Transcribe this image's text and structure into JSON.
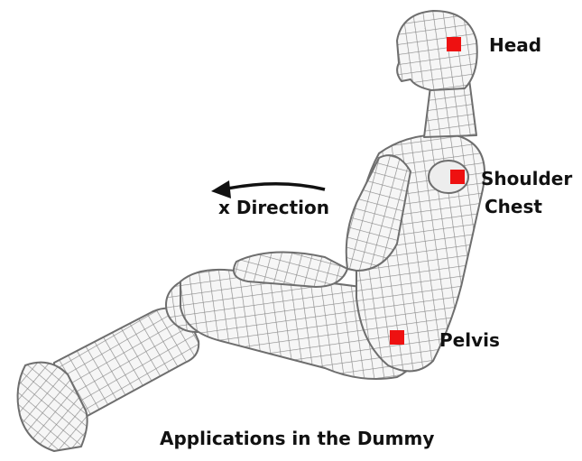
{
  "figure": {
    "caption": "Applications in the Dummy",
    "direction_label": "x Direction",
    "marker_color": "#ee1111",
    "mesh_color": "#7a7a7a",
    "mesh_fill": "#f4f4f4",
    "sensors": [
      {
        "id": "head",
        "label": "Head"
      },
      {
        "id": "shoulder",
        "label": "Shoulder"
      },
      {
        "id": "chest",
        "label": "Chest"
      },
      {
        "id": "pelvis",
        "label": "Pelvis"
      }
    ]
  }
}
